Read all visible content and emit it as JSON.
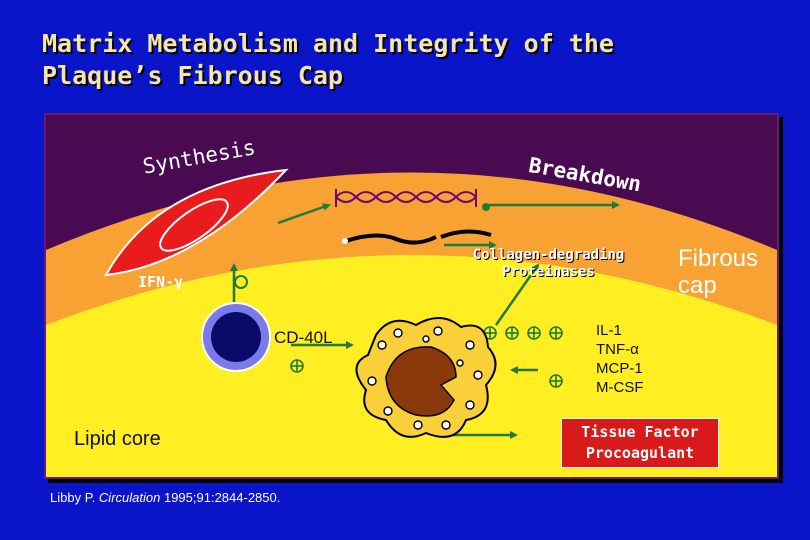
{
  "title": {
    "line1": "Matrix Metabolism and Integrity of the",
    "line2": "Plaque’s Fibrous Cap"
  },
  "diagram": {
    "synthesis_label": "Synthesis",
    "breakdown_label": "Breakdown",
    "collagen_label_line1": "Collagen-degrading",
    "collagen_label_line2": "Proteinases",
    "fibrous_cap_line1": "Fibrous",
    "fibrous_cap_line2": "cap",
    "ifn_label": "IFN-γ",
    "cd40l_label": "CD-40L",
    "cytokines": [
      "IL-1",
      "TNF-α",
      "MCP-1",
      "M-CSF"
    ],
    "lipid_core_label": "Lipid core",
    "tissue_factor_line1": "Tissue Factor",
    "tissue_factor_line2": "Procoagulant"
  },
  "citation": {
    "authors": "Libby P.",
    "journal": "Circulation",
    "details": "1995;91:2844-2850."
  },
  "colors": {
    "background": "#0a14c8",
    "title": "#f5e6a8",
    "panel": "#4a0a52",
    "fibrous_cap": "#f7a233",
    "lipid_core": "#ffee22",
    "cell_red": "#e81c1c",
    "arrow_green": "#1f7a3c",
    "tissue_factor_box": "#d91a1a"
  }
}
